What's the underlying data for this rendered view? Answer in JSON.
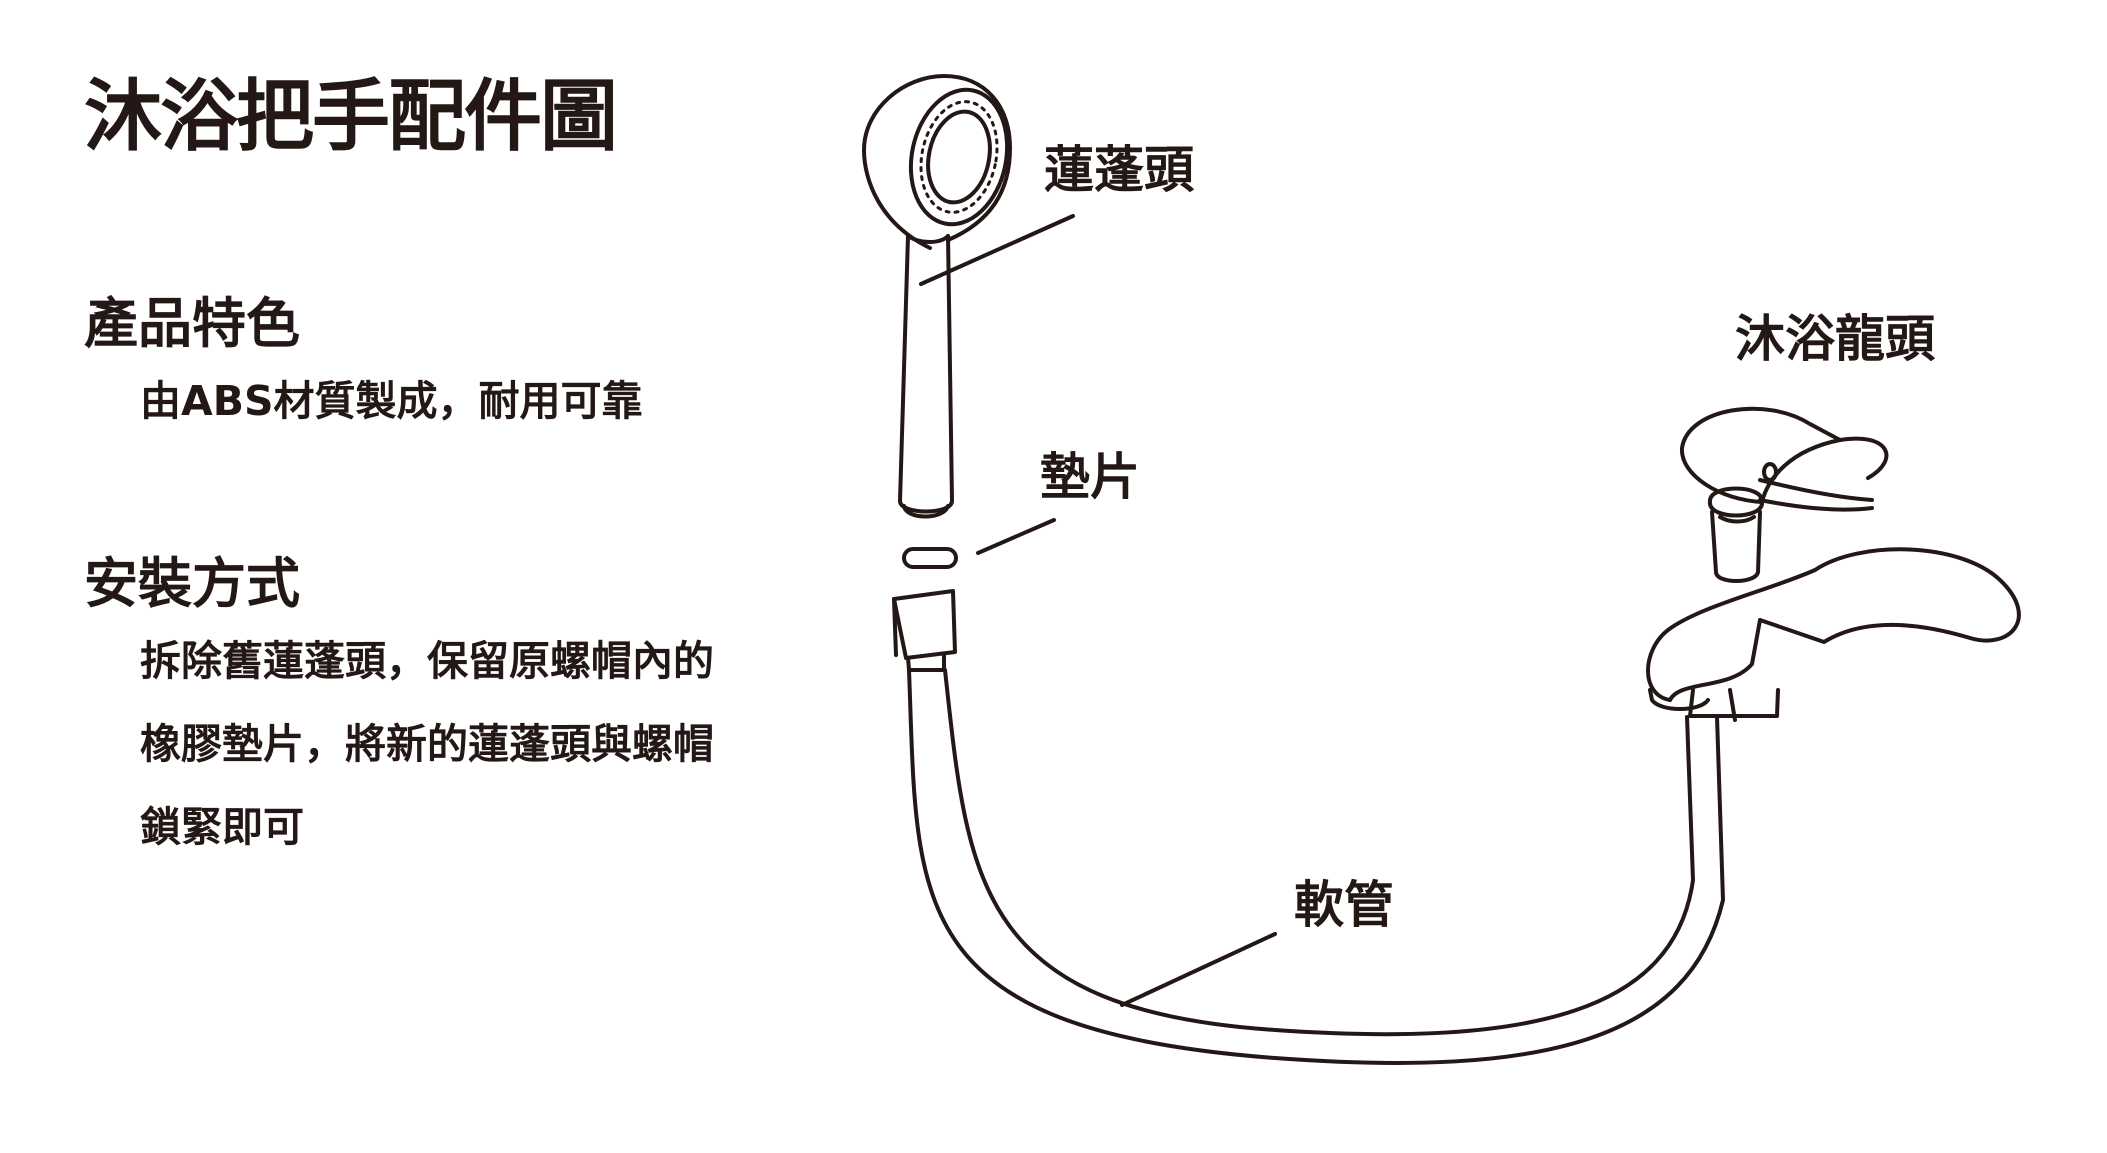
{
  "title": "沐浴把手配件圖",
  "features": {
    "heading": "產品特色",
    "text": "由ABS材質製成，耐用可靠"
  },
  "installation": {
    "heading": "安裝方式",
    "lines": [
      "拆除舊蓮蓬頭，保留原螺帽內的",
      "橡膠墊片，將新的蓮蓬頭與螺帽",
      "鎖緊即可"
    ]
  },
  "diagram": {
    "labels": {
      "showerhead": "蓮蓬頭",
      "washer": "墊片",
      "hose": "軟管",
      "faucet": "沐浴龍頭"
    }
  },
  "colors": {
    "ink": "#231815",
    "background": "#ffffff"
  }
}
